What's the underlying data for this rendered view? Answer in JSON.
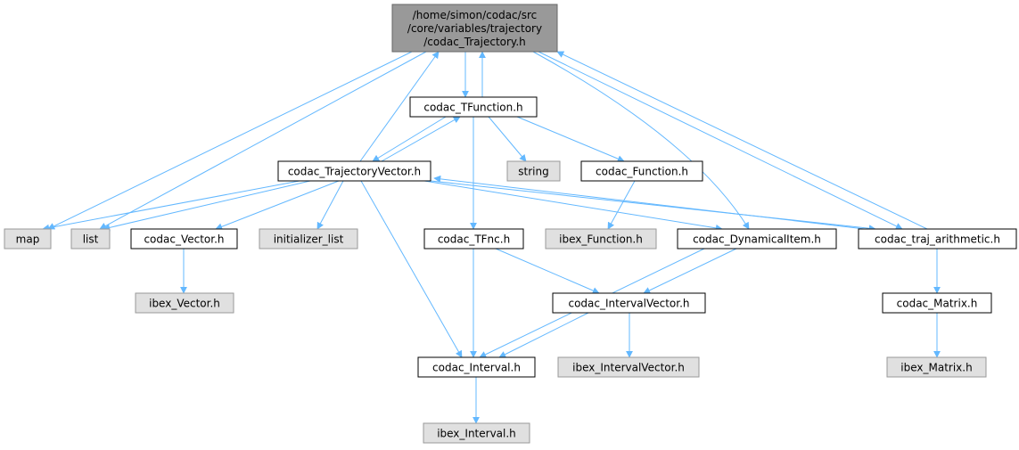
{
  "colors": {
    "edge": "#63b8ff",
    "root_fill": "#999999",
    "root_stroke": "#666666",
    "node_fill": "#ffffff",
    "node_stroke": "#000000",
    "ext_fill": "#e0e0e0",
    "ext_stroke": "#999999"
  },
  "nodes": [
    {
      "id": "root",
      "kind": "root",
      "lines": [
        "/home/simon/codac/src",
        "/core/variables/trajectory",
        "/codac_Trajectory.h"
      ]
    },
    {
      "id": "tfunction",
      "kind": "node",
      "lines": [
        "codac_TFunction.h"
      ]
    },
    {
      "id": "trajvector",
      "kind": "node",
      "lines": [
        "codac_TrajectoryVector.h"
      ]
    },
    {
      "id": "string",
      "kind": "ext",
      "lines": [
        "string"
      ]
    },
    {
      "id": "function",
      "kind": "node",
      "lines": [
        "codac_Function.h"
      ]
    },
    {
      "id": "map",
      "kind": "ext",
      "lines": [
        "map"
      ]
    },
    {
      "id": "list",
      "kind": "ext",
      "lines": [
        "list"
      ]
    },
    {
      "id": "vector",
      "kind": "node",
      "lines": [
        "codac_Vector.h"
      ]
    },
    {
      "id": "initlist",
      "kind": "ext",
      "lines": [
        "initializer_list"
      ]
    },
    {
      "id": "tfnc",
      "kind": "node",
      "lines": [
        "codac_TFnc.h"
      ]
    },
    {
      "id": "ibexfunction",
      "kind": "ext",
      "lines": [
        "ibex_Function.h"
      ]
    },
    {
      "id": "dynitem",
      "kind": "node",
      "lines": [
        "codac_DynamicalItem.h"
      ]
    },
    {
      "id": "trajarith",
      "kind": "node",
      "lines": [
        "codac_traj_arithmetic.h"
      ]
    },
    {
      "id": "ibexvector",
      "kind": "ext",
      "lines": [
        "ibex_Vector.h"
      ]
    },
    {
      "id": "ivector",
      "kind": "node",
      "lines": [
        "codac_IntervalVector.h"
      ]
    },
    {
      "id": "matrix",
      "kind": "node",
      "lines": [
        "codac_Matrix.h"
      ]
    },
    {
      "id": "interval",
      "kind": "node",
      "lines": [
        "codac_Interval.h"
      ]
    },
    {
      "id": "ibexivector",
      "kind": "ext",
      "lines": [
        "ibex_IntervalVector.h"
      ]
    },
    {
      "id": "ibexmatrix",
      "kind": "ext",
      "lines": [
        "ibex_Matrix.h"
      ]
    },
    {
      "id": "ibexinterval",
      "kind": "ext",
      "lines": [
        "ibex_Interval.h"
      ]
    }
  ],
  "edges": [
    [
      "root",
      "map"
    ],
    [
      "root",
      "list"
    ],
    [
      "root",
      "tfunction"
    ],
    [
      "root",
      "dynitem"
    ],
    [
      "root",
      "trajarith"
    ],
    [
      "tfunction",
      "root"
    ],
    [
      "tfunction",
      "trajvector"
    ],
    [
      "tfunction",
      "string"
    ],
    [
      "tfunction",
      "function"
    ],
    [
      "tfunction",
      "tfnc"
    ],
    [
      "trajvector",
      "root"
    ],
    [
      "trajvector",
      "tfunction"
    ],
    [
      "trajvector",
      "map"
    ],
    [
      "trajvector",
      "list"
    ],
    [
      "trajvector",
      "vector"
    ],
    [
      "trajvector",
      "initlist"
    ],
    [
      "trajvector",
      "interval"
    ],
    [
      "trajvector",
      "dynitem"
    ],
    [
      "trajvector",
      "trajarith"
    ],
    [
      "trajarith",
      "root"
    ],
    [
      "trajarith",
      "trajvector"
    ],
    [
      "trajarith",
      "matrix"
    ],
    [
      "function",
      "ibexfunction"
    ],
    [
      "vector",
      "ibexvector"
    ],
    [
      "tfnc",
      "interval"
    ],
    [
      "tfnc",
      "ivector"
    ],
    [
      "dynitem",
      "interval"
    ],
    [
      "dynitem",
      "ivector"
    ],
    [
      "ivector",
      "interval"
    ],
    [
      "ivector",
      "ibexivector"
    ],
    [
      "matrix",
      "ibexmatrix"
    ],
    [
      "interval",
      "ibexinterval"
    ]
  ]
}
